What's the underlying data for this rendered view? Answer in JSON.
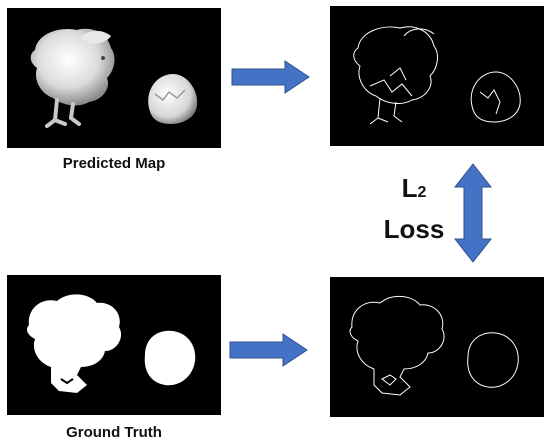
{
  "labels": {
    "predicted_map": "Predicted Map",
    "ground_truth": "Ground Truth",
    "loss_symbol": "L",
    "loss_subscript": "2",
    "loss_word": "Loss"
  },
  "colors": {
    "arrow_fill": "#4472C4",
    "arrow_stroke": "#2F528F",
    "panel_bg": "#000000",
    "edge_line": "#ffffff"
  }
}
